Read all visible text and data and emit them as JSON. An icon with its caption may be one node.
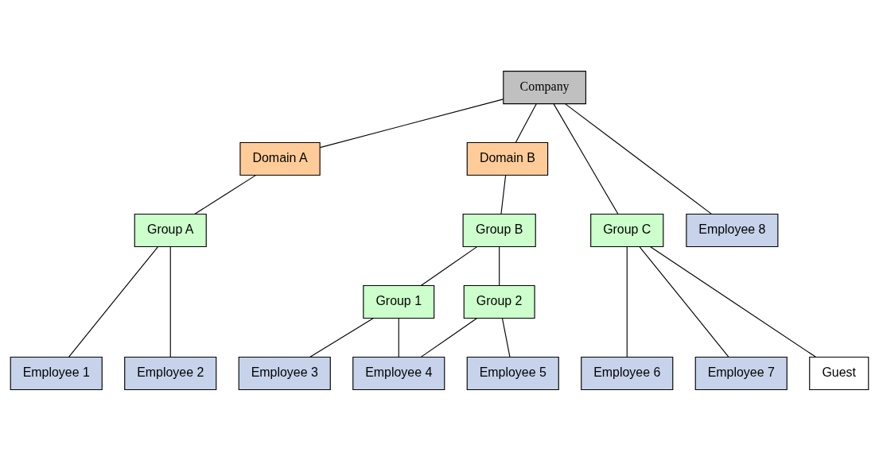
{
  "diagram": {
    "nodes": [
      {
        "text": [
          "Company"
        ]
      },
      {
        "text": [
          "Domain A"
        ]
      },
      {
        "text": [
          "Domain B"
        ]
      },
      {
        "text": [
          "Group A"
        ]
      },
      {
        "text": [
          "Group B"
        ]
      },
      {
        "text": [
          "Group C"
        ]
      },
      {
        "text": [
          "Employee 8"
        ]
      },
      {
        "text": [
          "Group 1"
        ]
      },
      {
        "text": [
          "Group 2"
        ]
      },
      {
        "text": [
          "Employee 1"
        ]
      },
      {
        "text": [
          "Employee 2"
        ]
      },
      {
        "text": [
          "Employee 3"
        ]
      },
      {
        "text": [
          "Employee 4"
        ]
      },
      {
        "text": [
          "Employee 5"
        ]
      },
      {
        "text": [
          "Employee 6"
        ]
      },
      {
        "text": [
          "Employee 7"
        ]
      },
      {
        "text": [
          "Guest"
        ]
      }
    ],
    "edges": [
      {
        "from": 0,
        "to": 1,
        "arrow": "none"
      },
      {
        "from": 0,
        "to": 2,
        "arrow": "none"
      },
      {
        "from": 0,
        "to": 5,
        "arrow": "none"
      },
      {
        "from": 0,
        "to": 6,
        "arrow": "none"
      },
      {
        "from": 1,
        "to": 3,
        "arrow": "none"
      },
      {
        "from": 2,
        "to": 4,
        "arrow": "none"
      },
      {
        "from": 4,
        "to": 7,
        "arrow": "none"
      },
      {
        "from": 4,
        "to": 8,
        "arrow": "none"
      },
      {
        "from": 3,
        "to": 9,
        "arrow": "none"
      },
      {
        "from": 3,
        "to": 10,
        "arrow": "none"
      },
      {
        "from": 7,
        "to": 11,
        "arrow": "none"
      },
      {
        "from": 7,
        "to": 12,
        "arrow": "none"
      },
      {
        "from": 8,
        "to": 12,
        "arrow": "none"
      },
      {
        "from": 8,
        "to": 13,
        "arrow": "none"
      },
      {
        "from": 5,
        "to": 14,
        "arrow": "none"
      },
      {
        "from": 5,
        "to": 15,
        "arrow": "none"
      },
      {
        "from": 5,
        "to": 16,
        "arrow": "none"
      }
    ]
  }
}
